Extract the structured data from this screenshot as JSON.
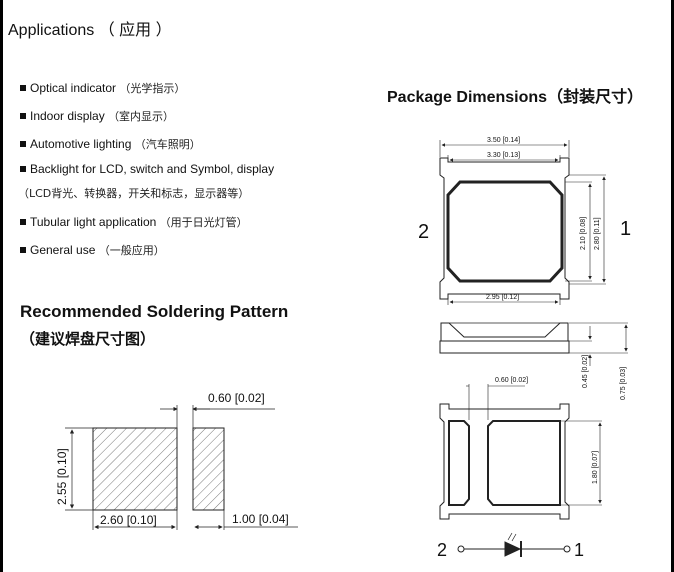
{
  "header": {
    "title": "Applications （ 应用 ）"
  },
  "applications": [
    {
      "en": "Optical indicator",
      "zh": "（光学指示）"
    },
    {
      "en": "Indoor display",
      "zh": "（室内显示）"
    },
    {
      "en": "Automotive lighting",
      "zh": "（汽车照明）"
    },
    {
      "en": "Backlight for LCD, switch and Symbol, display",
      "zh": "（LCD背光、转换器，开关和标志，显示器等）"
    },
    {
      "en": "Tubular light application",
      "zh": "（用于日光灯管）"
    },
    {
      "en": "General use",
      "zh": "（一般应用）"
    }
  ],
  "soldering": {
    "title": "Recommended Soldering Pattern",
    "subtitle": "（建议焊盘尺寸图）",
    "dim_gap": "0.60 [0.02]",
    "dim_height": "2.55 [0.10]",
    "dim_width": "2.60 [0.10]",
    "dim_small": "1.00 [0.04]"
  },
  "package": {
    "title": "Package Dimensions（封装尺寸）",
    "dim_outer_w": "3.50 [0.14]",
    "dim_inner_w": "3.30 [0.13]",
    "dim_inner_h": "2.10 [0.08]",
    "dim_outer_h": "2.80 [0.11]",
    "dim_bottom_w": "2.95 [0.12]",
    "pin_left": "2",
    "pin_right": "1",
    "dim_side_a": "0.45 [0.02]",
    "dim_side_b": "0.75 [0.03]",
    "dim_pad_gap": "0.60 [0.02]",
    "dim_pad_h": "1.80 [0.07]",
    "diode_left": "2",
    "diode_right": "1"
  }
}
